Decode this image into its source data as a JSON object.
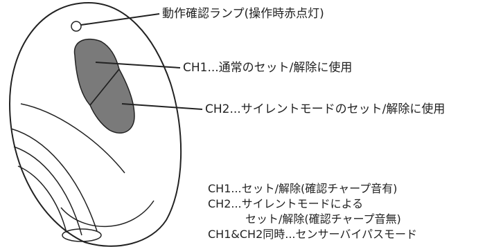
{
  "callouts": {
    "lamp": "動作確認ランプ(操作時赤点灯)",
    "ch1": "CH1...通常のセット/解除に使用",
    "ch2": "CH2...サイレントモードのセット/解除に使用"
  },
  "legend": {
    "line1": "CH1...セット/解除(確認チャープ音有)",
    "line2": "CH2...サイレントモードによる",
    "line3": "セット/解除(確認チャープ音無)",
    "line4": "CH1&CH2同時...センサーバイパスモード"
  },
  "colors": {
    "outline": "#222222",
    "button_fill": "#7a7a7a",
    "background": "#ffffff"
  }
}
